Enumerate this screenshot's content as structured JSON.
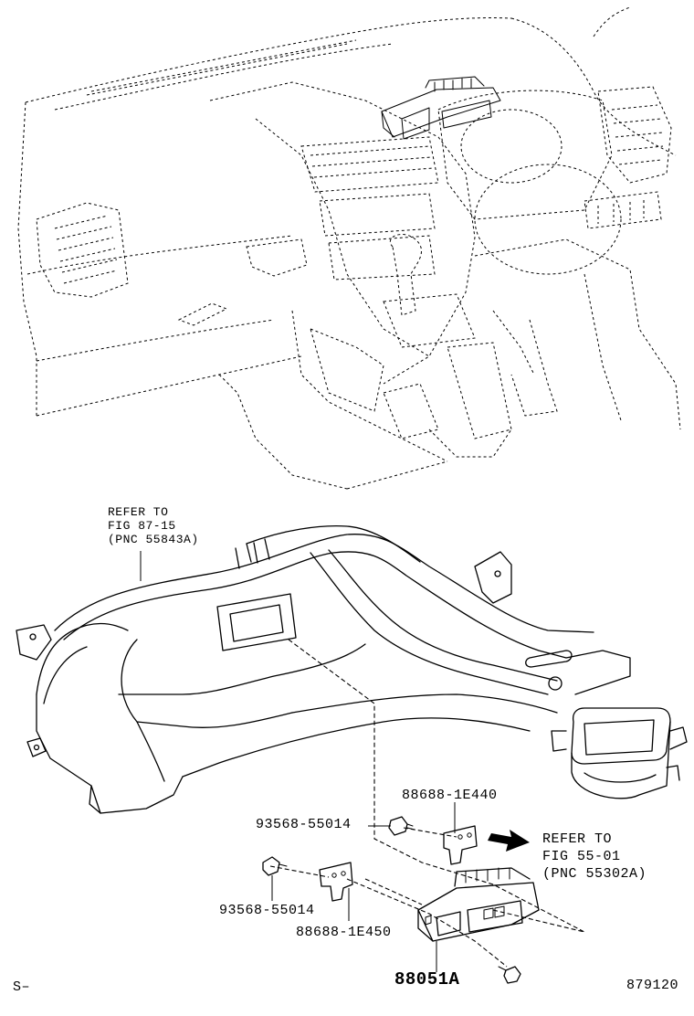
{
  "diagram": {
    "refs": {
      "top_left": {
        "line1": "REFER TO",
        "line2": "FIG 87-15",
        "line3": "(PNC 55843A)"
      },
      "right": {
        "line1": "REFER TO",
        "line2": "FIG 55-01",
        "line3": "(PNC 55302A)"
      }
    },
    "parts": {
      "screw_upper": "93568-55014",
      "bracket_upper": "88688-1E440",
      "screw_lower": "93568-55014",
      "bracket_lower": "88688-1E450",
      "sensor": "88051A"
    },
    "corner_mark": "S–",
    "figure_number": "879120"
  }
}
